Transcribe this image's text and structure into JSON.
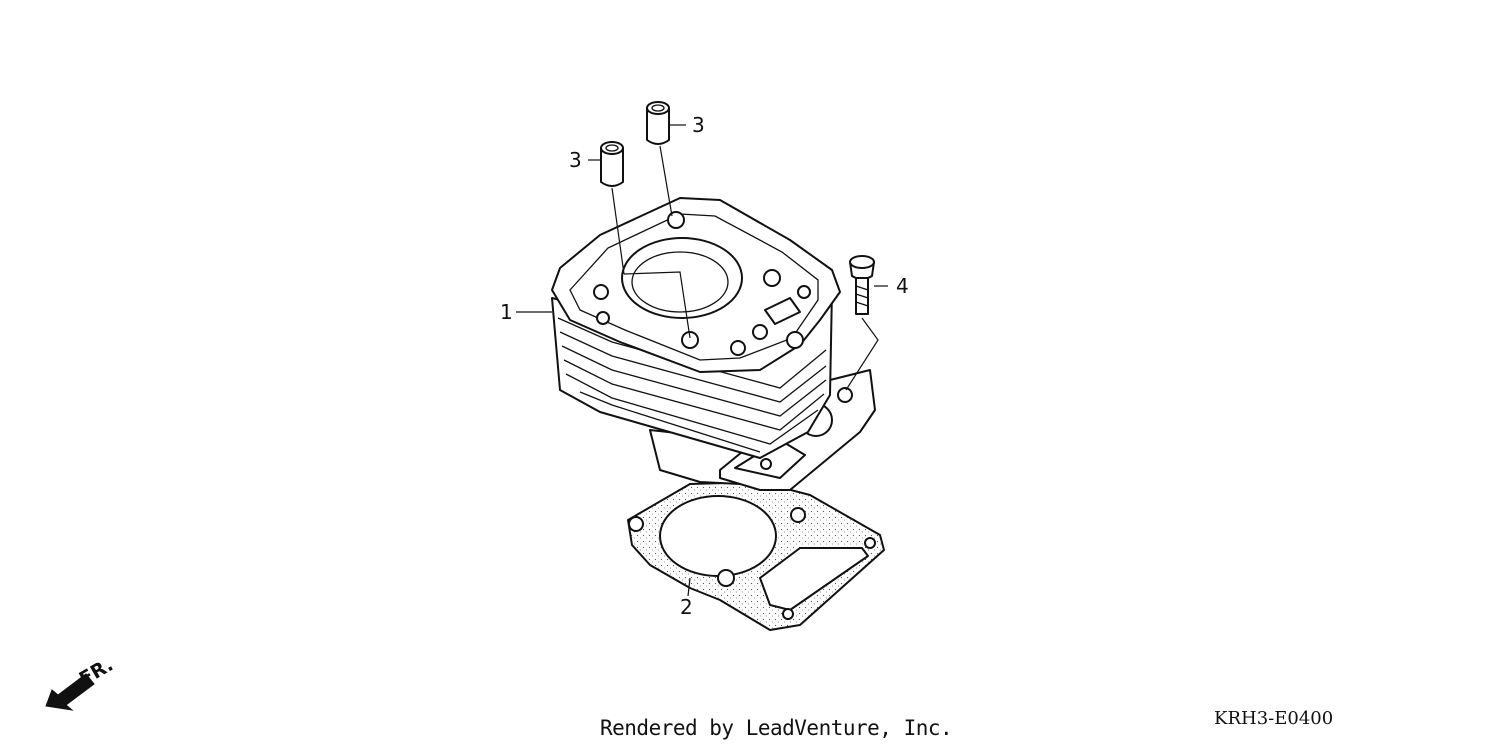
{
  "callouts": [
    {
      "id": "1",
      "label": "1",
      "part": "cylinder"
    },
    {
      "id": "2",
      "label": "2",
      "part": "gasket"
    },
    {
      "id": "3a",
      "label": "3",
      "part": "dowel-pin"
    },
    {
      "id": "3b",
      "label": "3",
      "part": "dowel-pin"
    },
    {
      "id": "4",
      "label": "4",
      "part": "bolt"
    }
  ],
  "direction_indicator": {
    "label": "FR.",
    "icon": "front-arrow-icon"
  },
  "footer": {
    "credit": "Rendered by LeadVenture, Inc.",
    "diagram_code": "KRH3-E0400"
  }
}
